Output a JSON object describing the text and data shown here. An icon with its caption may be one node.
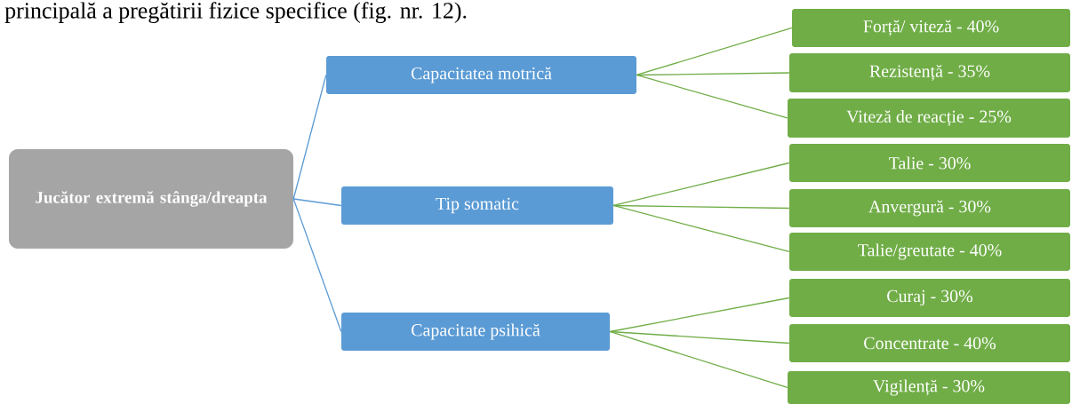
{
  "diagram": {
    "nodes": [
      {
        "text": [
          "Jucător extremă stânga/dreapta"
        ]
      },
      {
        "text": [
          "Capacitatea motrică"
        ]
      },
      {
        "text": [
          "Tip somatic"
        ]
      },
      {
        "text": [
          "Capacitate psihică"
        ]
      },
      {
        "text": [
          "Forță/ viteză - 40%"
        ]
      },
      {
        "text": [
          "Rezistență - 35%"
        ]
      },
      {
        "text": [
          "Viteză de reacție - 25%"
        ]
      },
      {
        "text": [
          "Talie - 30%"
        ]
      },
      {
        "text": [
          "Anvergură - 30%"
        ]
      },
      {
        "text": [
          "Talie/greutate - 40%"
        ]
      },
      {
        "text": [
          "Curaj - 30%"
        ]
      },
      {
        "text": [
          "Concentrate - 40%"
        ]
      },
      {
        "text": [
          "Vigilență - 30%"
        ]
      }
    ],
    "edges": [
      {
        "from": 0,
        "to": 1,
        "arrow": "none",
        "color": "#5b9bd5"
      },
      {
        "from": 0,
        "to": 2,
        "arrow": "none",
        "color": "#5b9bd5"
      },
      {
        "from": 0,
        "to": 3,
        "arrow": "none",
        "color": "#5b9bd5"
      },
      {
        "from": 1,
        "to": 4,
        "arrow": "none"
      },
      {
        "from": 1,
        "to": 5,
        "arrow": "none"
      },
      {
        "from": 1,
        "to": 6,
        "arrow": "none"
      },
      {
        "from": 2,
        "to": 7,
        "arrow": "none"
      },
      {
        "from": 2,
        "to": 8,
        "arrow": "none"
      },
      {
        "from": 2,
        "to": 9,
        "arrow": "none"
      },
      {
        "from": 3,
        "to": 10,
        "arrow": "none"
      },
      {
        "from": 3,
        "to": 11,
        "arrow": "none"
      },
      {
        "from": 3,
        "to": 12,
        "arrow": "none"
      }
    ],
    "labels": [
      "principală a pregătirii fizice specifice (fig. nr. 12)."
    ]
  }
}
